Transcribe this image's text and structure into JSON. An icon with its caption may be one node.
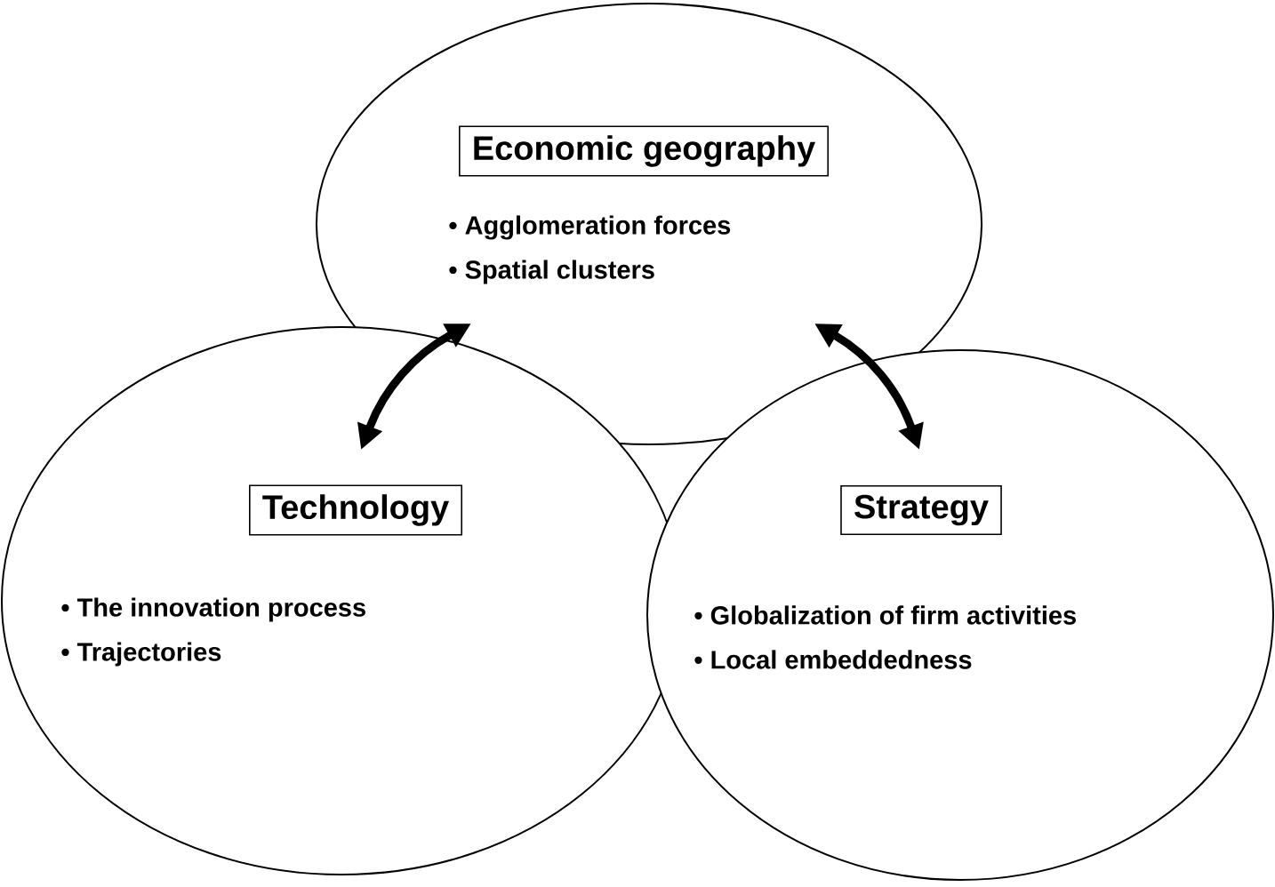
{
  "diagram": {
    "nodes": [
      {
        "text": [
          "Economic geography",
          "• Agglomeration forces",
          "• Spatial clusters"
        ]
      },
      {
        "text": [
          "Technology",
          "• The innovation process",
          "• Trajectories"
        ]
      },
      {
        "text": [
          "Strategy",
          "• Globalization of firm activities",
          "• Local embeddedness"
        ]
      }
    ],
    "edges": [
      {
        "from": 0,
        "to": 1,
        "arrow": "both"
      },
      {
        "from": 0,
        "to": 2,
        "arrow": "both"
      }
    ]
  }
}
